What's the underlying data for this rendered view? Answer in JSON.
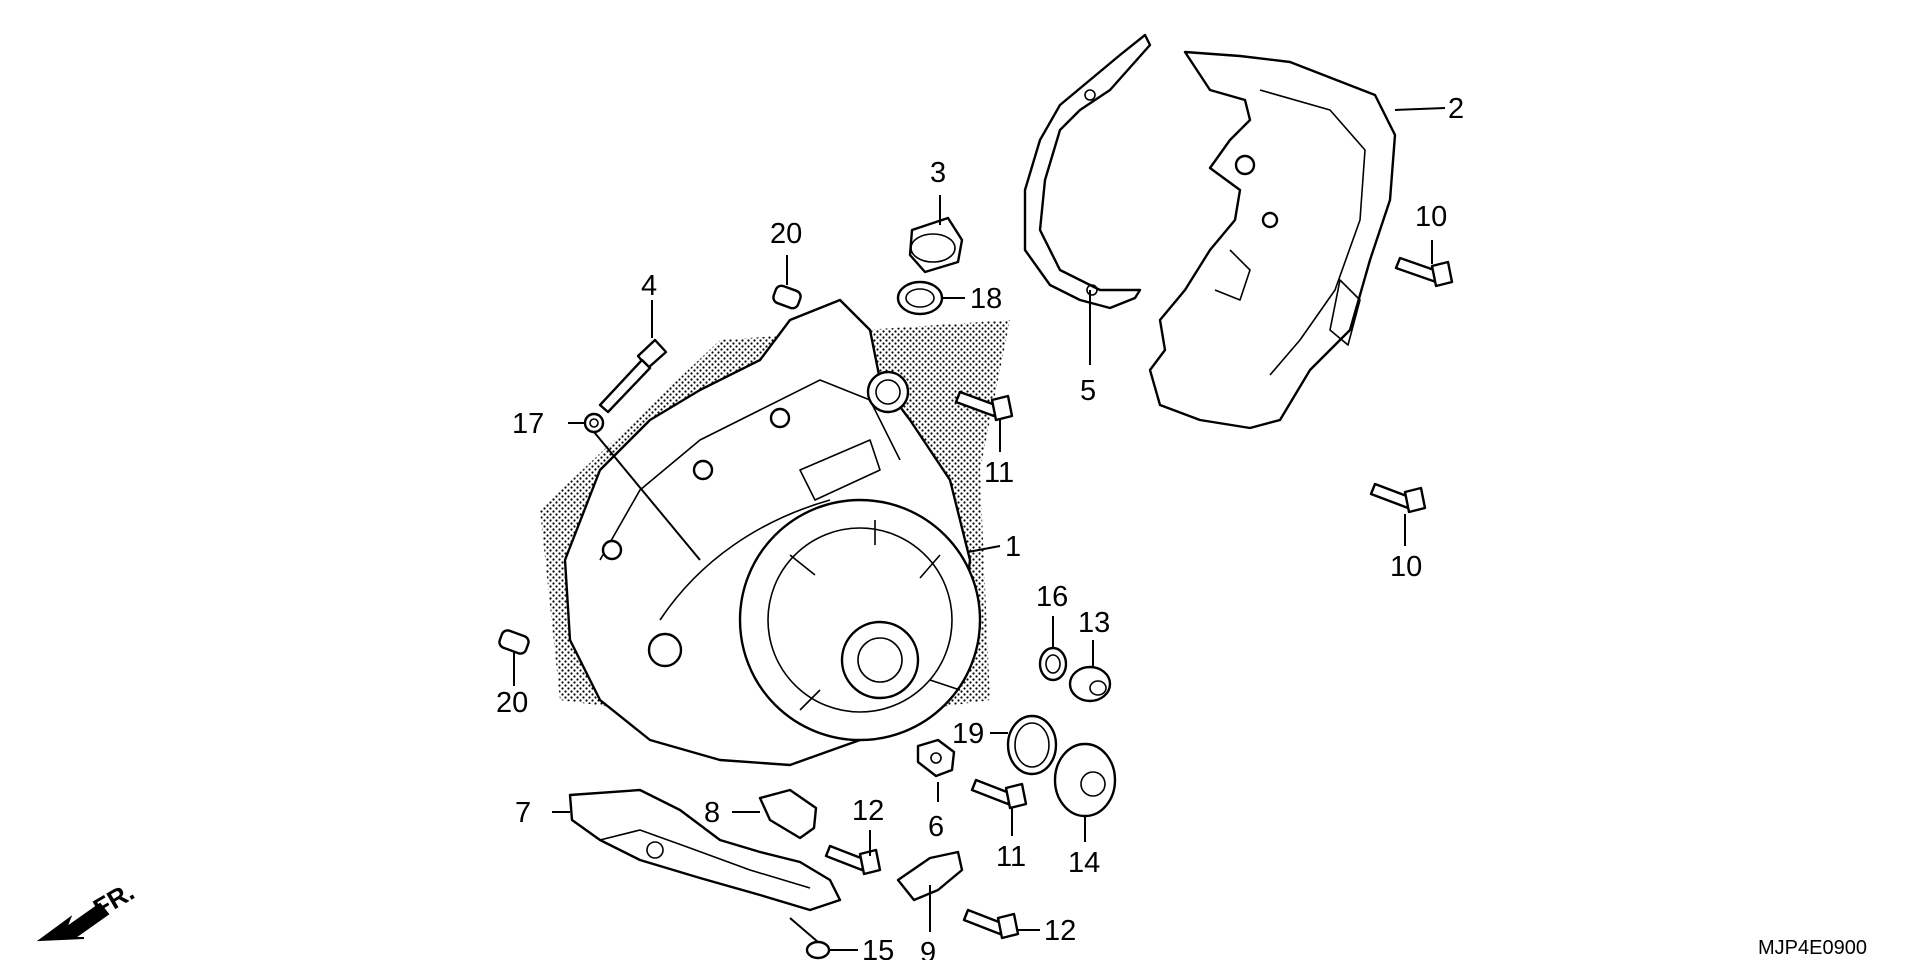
{
  "diagram_code": "MJP4E0900",
  "direction_label": "FR.",
  "callouts": {
    "c1": "1",
    "c2": "2",
    "c3": "3",
    "c4": "4",
    "c5": "5",
    "c6": "6",
    "c7": "7",
    "c8": "8",
    "c9": "9",
    "c10a": "10",
    "c10b": "10",
    "c11a": "11",
    "c11b": "11",
    "c12a": "12",
    "c12b": "12",
    "c13": "13",
    "c14": "14",
    "c15": "15",
    "c16": "16",
    "c17": "17",
    "c18": "18",
    "c19": "19",
    "c20a": "20",
    "c20b": "20"
  }
}
